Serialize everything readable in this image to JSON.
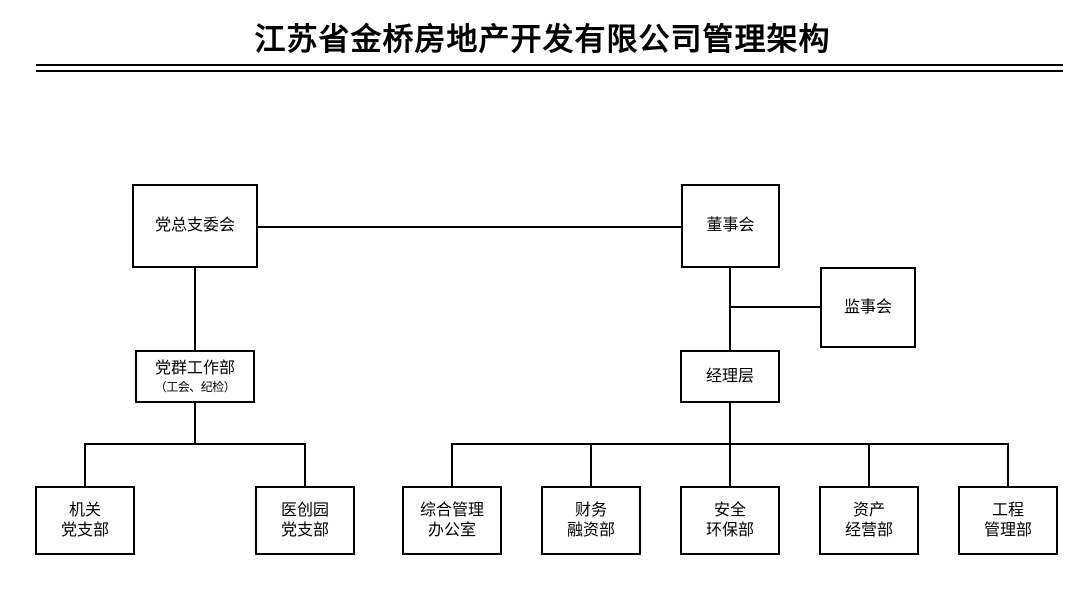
{
  "title": "江苏省金桥房地产开发有限公司管理架构",
  "colors": {
    "line": "#000000",
    "box_border": "#000000",
    "background": "#ffffff",
    "text": "#000000"
  },
  "chart_data": {
    "type": "diagram",
    "diagram_kind": "organization-chart",
    "title": "江苏省金桥房地产开发有限公司管理架构",
    "nodes": [
      {
        "id": "party_committee",
        "label_line1": "党总支委会",
        "label_line2": ""
      },
      {
        "id": "board_directors",
        "label_line1": "董事会",
        "label_line2": ""
      },
      {
        "id": "board_supervisors",
        "label_line1": "监事会",
        "label_line2": ""
      },
      {
        "id": "party_work_dept",
        "label_line1": "党群工作部",
        "label_line2": "（工会、纪检）"
      },
      {
        "id": "management",
        "label_line1": "经理层",
        "label_line2": ""
      },
      {
        "id": "organ_branch",
        "label_line1": "机关",
        "label_line2": "党支部"
      },
      {
        "id": "medpark_branch",
        "label_line1": "医创园",
        "label_line2": "党支部"
      },
      {
        "id": "general_office",
        "label_line1": "综合管理",
        "label_line2": "办公室"
      },
      {
        "id": "finance_dept",
        "label_line1": "财务",
        "label_line2": "融资部"
      },
      {
        "id": "safety_dept",
        "label_line1": "安全",
        "label_line2": "环保部"
      },
      {
        "id": "asset_dept",
        "label_line1": "资产",
        "label_line2": "经营部"
      },
      {
        "id": "engineering_dept",
        "label_line1": "工程",
        "label_line2": "管理部"
      }
    ],
    "edges": [
      {
        "from": "party_committee",
        "to": "board_directors"
      },
      {
        "from": "party_committee",
        "to": "party_work_dept"
      },
      {
        "from": "board_directors",
        "to": "board_supervisors"
      },
      {
        "from": "board_directors",
        "to": "management"
      },
      {
        "from": "party_work_dept",
        "to": "organ_branch"
      },
      {
        "from": "party_work_dept",
        "to": "medpark_branch"
      },
      {
        "from": "management",
        "to": "general_office"
      },
      {
        "from": "management",
        "to": "finance_dept"
      },
      {
        "from": "management",
        "to": "safety_dept"
      },
      {
        "from": "management",
        "to": "asset_dept"
      },
      {
        "from": "management",
        "to": "engineering_dept"
      }
    ]
  }
}
